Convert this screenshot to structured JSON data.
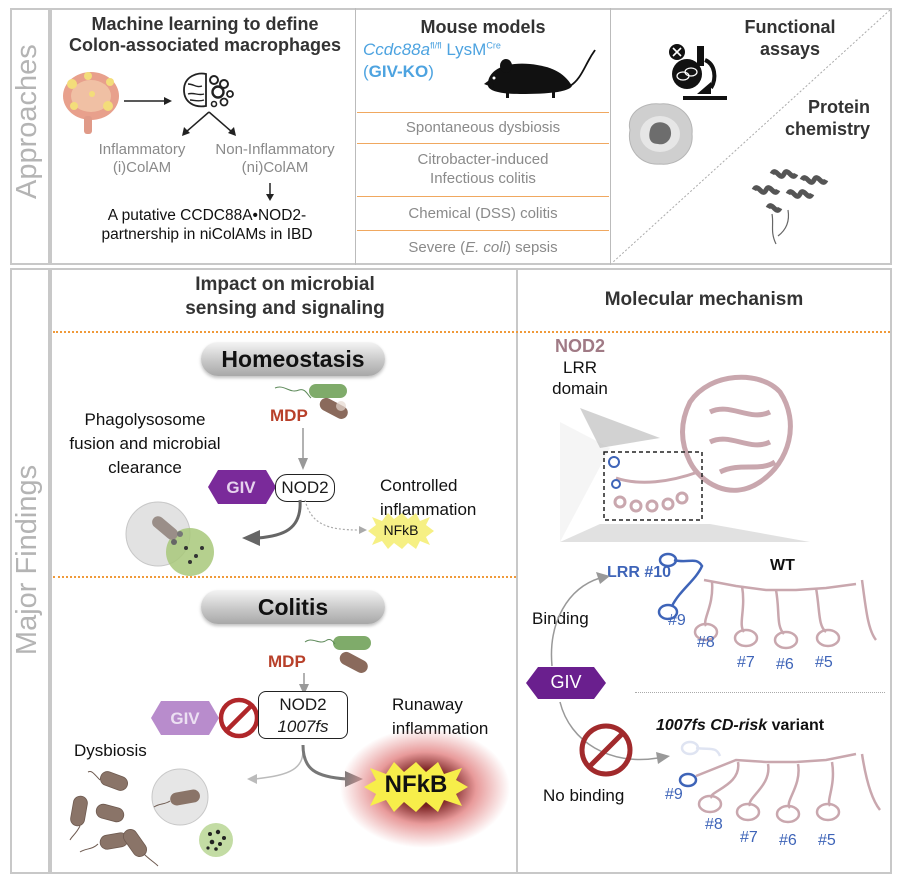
{
  "sections": {
    "approaches_label": "Approaches",
    "findings_label": "Major Findings"
  },
  "approaches": {
    "ml": {
      "title_line1": "Machine learning to define",
      "title_line2": "Colon-associated macrophages",
      "inflammatory_line1": "Inflammatory",
      "inflammatory_line2": "(i)ColAM",
      "noninflammatory_line1": "Non-Inflammatory",
      "noninflammatory_line2": "(ni)ColAM",
      "conclusion_line1": "A putative CCDC88A•NOD2-",
      "conclusion_line2": "partnership in niColAMs in IBD",
      "icons": [
        "intestine-icon",
        "brain-gears-icon"
      ]
    },
    "mouse": {
      "title": "Mouse models",
      "genotype_gene": "Ccdc88a",
      "genotype_sup1": "fl/fl",
      "genotype_lys": " LysM",
      "genotype_sup2": "Cre",
      "ko_open": "(",
      "ko_label": "GIV-KO",
      "ko_close": ")",
      "models": [
        {
          "line1": "Spontaneous dysbiosis"
        },
        {
          "line1": "Citrobacter-induced",
          "line2": "Infectious colitis"
        },
        {
          "line1": "Chemical (DSS) colitis"
        }
      ],
      "sepsis_pre": "Severe (",
      "sepsis_ital": "E. coli",
      "sepsis_post": ") sepsis",
      "accent_color": "#4da3e0"
    },
    "functional": {
      "title_line1": "Functional",
      "title_line2": "assays",
      "protein_line1": "Protein",
      "protein_line2": "chemistry"
    }
  },
  "impact": {
    "title_line1": "Impact on microbial",
    "title_line2": "sensing and signaling",
    "homeostasis": {
      "pill": "Homeostasis",
      "mdp": "MDP",
      "phago_line1": "Phagolysosome",
      "phago_line2": "fusion and microbial",
      "phago_line3": "clearance",
      "giv": "GIV",
      "nod2": "NOD2",
      "controlled_line1": "Controlled",
      "controlled_line2": "inflammation",
      "nfkb": "NFkB"
    },
    "colitis": {
      "pill": "Colitis",
      "mdp": "MDP",
      "giv": "GIV",
      "nod2_line1": "NOD2",
      "nod2_line2": "1007fs",
      "runaway_line1": "Runaway",
      "runaway_line2": "inflammation",
      "dysbiosis": "Dysbiosis",
      "nfkb": "NFkB"
    }
  },
  "mechanism": {
    "title": "Molecular mechanism",
    "nod2": "NOD2",
    "lrr": "LRR",
    "domain": "domain",
    "lrr10": "LRR #10",
    "wt": "WT",
    "binding": "Binding",
    "no_binding": "No binding",
    "giv": "GIV",
    "variant_ital": "1007fs CD-risk",
    "variant_rest": " variant",
    "repeats_top": [
      "#9",
      "#8",
      "#7",
      "#6",
      "#5"
    ],
    "repeats_bottom": [
      "#9",
      "#8",
      "#7",
      "#6",
      "#5"
    ]
  },
  "colors": {
    "giv_purple": "#7a2a9a",
    "mdp_red": "#b8402a",
    "nod2_pink": "#a07a85",
    "repeat_blue": "#3e64b8",
    "orange_divider": "#f0a860"
  }
}
